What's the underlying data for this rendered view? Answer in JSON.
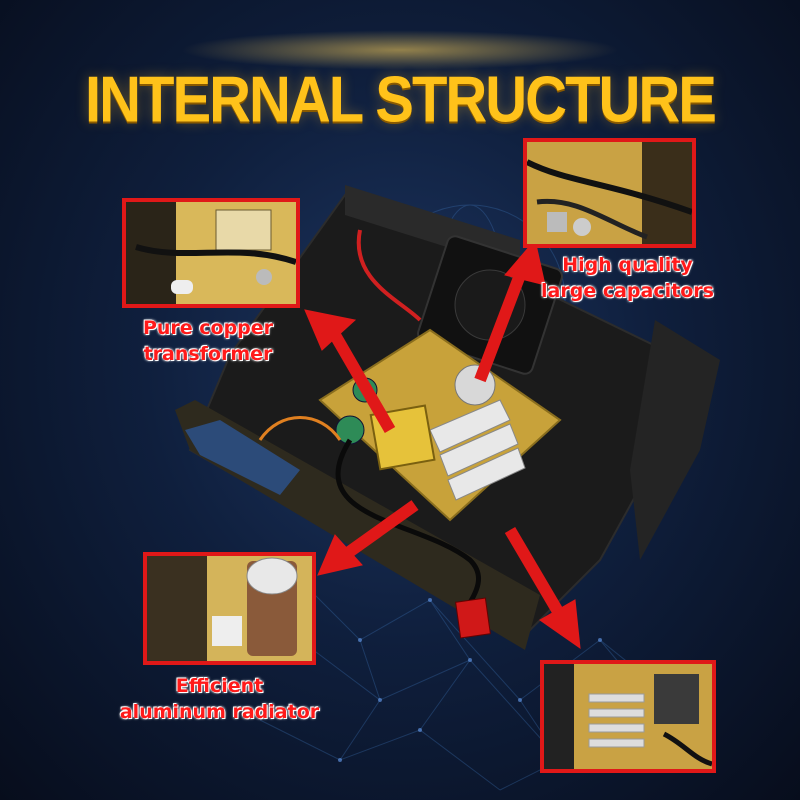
{
  "title": "INTERNAL STRUCTURE",
  "callouts": {
    "transformer": {
      "line1": "Pure copper",
      "line2": "transformer"
    },
    "capacitors": {
      "line1": "High quality",
      "line2": "large capacitors"
    },
    "radiator": {
      "line1": "Efficient",
      "line2": "aluminum radiator"
    }
  },
  "colors": {
    "title": "#ffc21a",
    "callout": "#e01818",
    "background": "#0f1f3d"
  }
}
